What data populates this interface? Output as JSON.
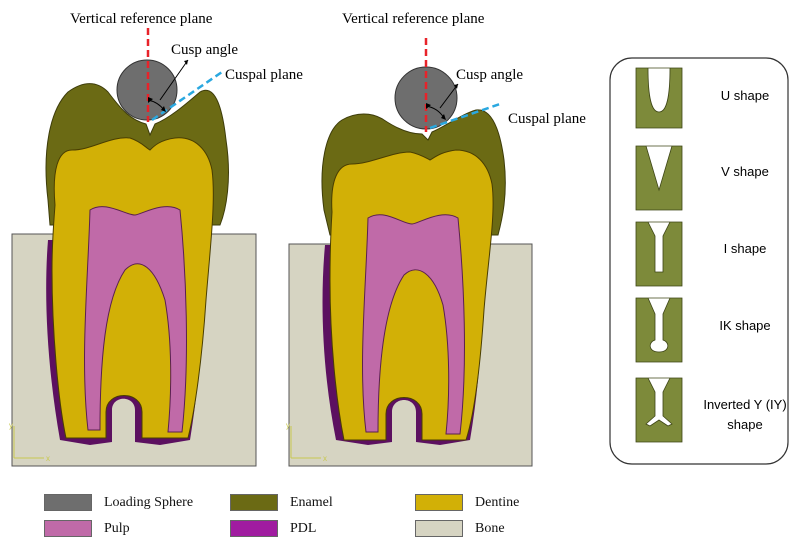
{
  "labels": {
    "vertical_reference_plane": "Vertical reference plane",
    "cusp_angle": "Cusp angle",
    "cuspal_plane": "Cuspal plane",
    "axis_y": "y",
    "axis_x": "x"
  },
  "shapes_panel": {
    "items": [
      {
        "label": "U shape"
      },
      {
        "label": "V shape"
      },
      {
        "label": "I shape"
      },
      {
        "label": "IK shape"
      },
      {
        "label_line1": "Inverted Y (IY)",
        "label_line2": "shape"
      }
    ]
  },
  "legend": [
    {
      "label": "Loading Sphere",
      "color": "#6e6e6e"
    },
    {
      "label": "Enamel",
      "color": "#6b6a14"
    },
    {
      "label": "Dentine",
      "color": "#d2b006"
    },
    {
      "label": "Pulp",
      "color": "#c06aa8"
    },
    {
      "label": "PDL",
      "color": "#a01ca0"
    },
    {
      "label": "Bone",
      "color": "#d6d4c2"
    }
  ],
  "colors": {
    "enamel": "#6b6a14",
    "dentine": "#d2b006",
    "pulp": "#c06aa8",
    "pdl": "#5c1060",
    "bone": "#d6d4c2",
    "sphere": "#6e6e6e",
    "vertical_line": "#e8232a",
    "cuspal_line": "#2aa8e0",
    "shape_fill": "#7d8a3a"
  }
}
